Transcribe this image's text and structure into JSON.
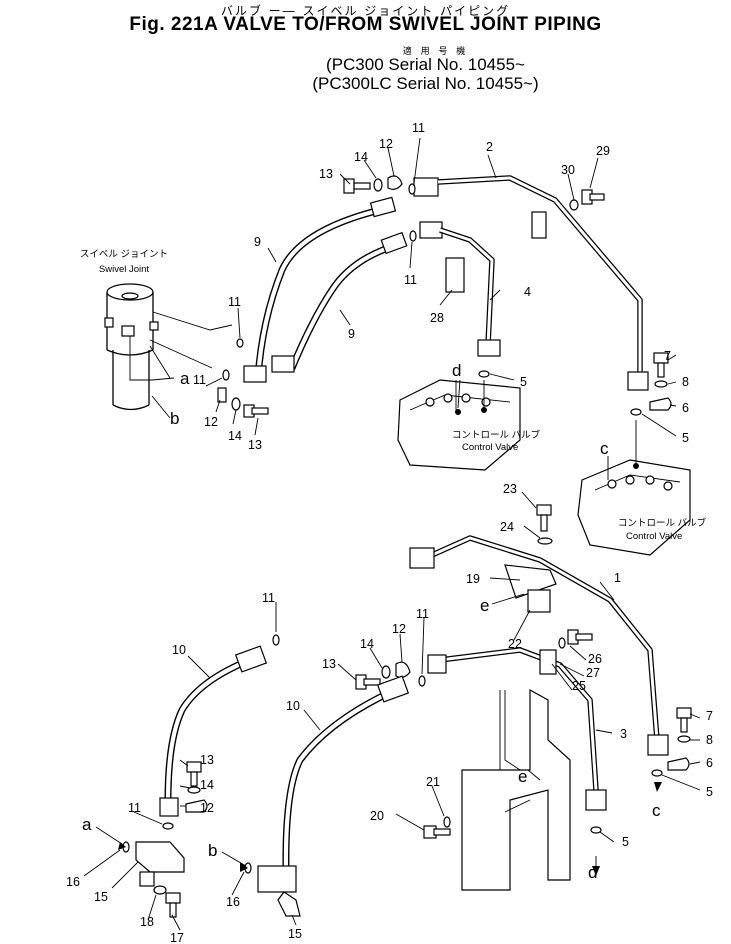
{
  "header": {
    "jp_title": "バルブ ー― スイベル ジョイント パイピング",
    "title": "Fig. 221A VALVE TO/FROM SWIVEL JOINT PIPING",
    "applicable_jp": "適 用 号 機",
    "serial_1": "(PC300    Serial No. 10455~",
    "serial_2": "(PC300LC Serial No. 10455~)"
  },
  "captions": {
    "swivel_jp": "スイベル ジョイント",
    "swivel_en": "Swivel Joint",
    "control_valve_jp": "コントロール バルブ",
    "control_valve_en": "Control Valve"
  },
  "callouts": {
    "n1": "1",
    "n2": "2",
    "n3": "3",
    "n4": "4",
    "n5": "5",
    "n6": "6",
    "n7": "7",
    "n8": "8",
    "n9": "9",
    "n10": "10",
    "n11": "11",
    "n12": "12",
    "n13": "13",
    "n14": "14",
    "n15": "15",
    "n16": "16",
    "n17": "17",
    "n18": "18",
    "n19": "19",
    "n20": "20",
    "n21": "21",
    "n22": "22",
    "n23": "23",
    "n24": "24",
    "n25": "25",
    "n26": "26",
    "n27": "27",
    "n28": "28",
    "n29": "29",
    "n30": "30",
    "a": "a",
    "b": "b",
    "c": "c",
    "d": "d",
    "e": "e"
  }
}
